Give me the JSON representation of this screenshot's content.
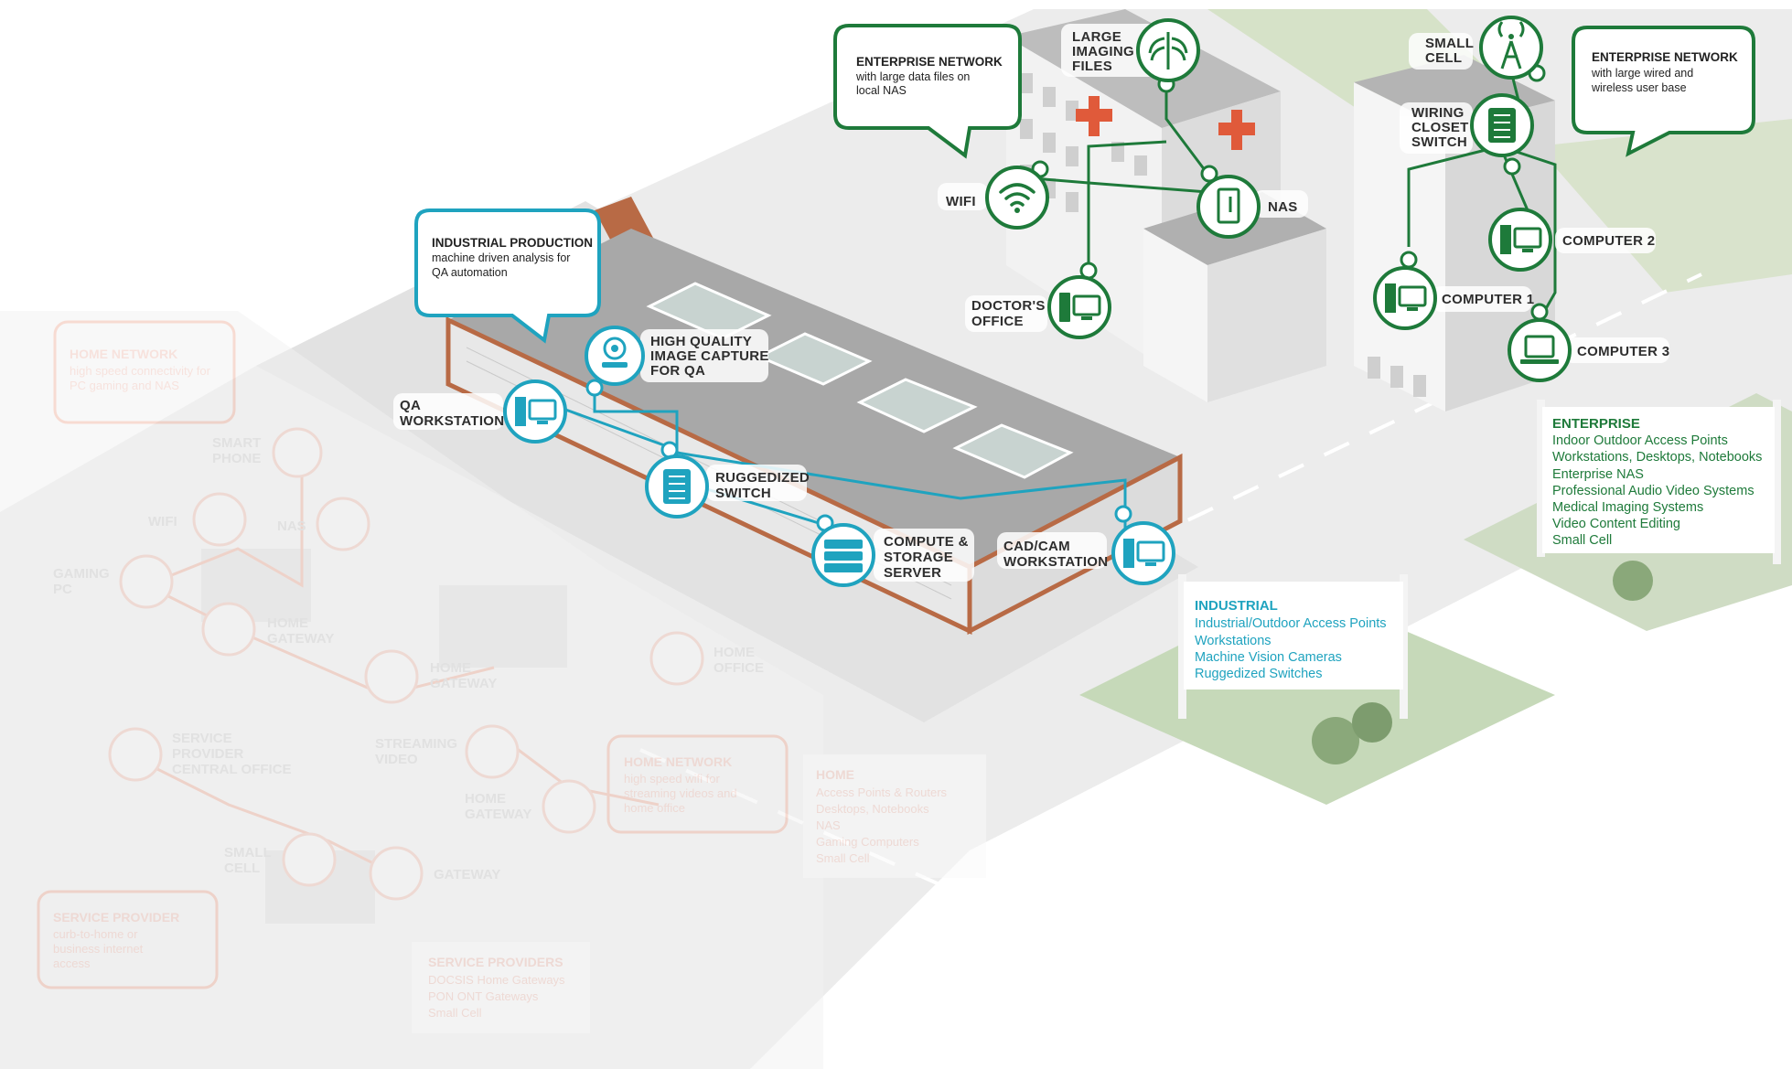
{
  "enterprise": {
    "callout_left": {
      "title": "ENTERPRISE NETWORK",
      "lines": [
        "with large data files on",
        "local NAS"
      ]
    },
    "callout_right": {
      "title": "ENTERPRISE NETWORK",
      "lines": [
        "with large wired and",
        "wireless user base"
      ]
    },
    "nodes": {
      "imaging": [
        "LARGE",
        "IMAGING",
        "FILES"
      ],
      "wifi": "WIFI",
      "nas": "NAS",
      "doctors": [
        "DOCTOR'S",
        "OFFICE"
      ],
      "small_cell": [
        "SMALL",
        "CELL"
      ],
      "wiring": [
        "WIRING",
        "CLOSET",
        "SWITCH"
      ],
      "computer1": "COMPUTER 1",
      "computer2": "COMPUTER 2",
      "computer3": "COMPUTER 3"
    },
    "panel": {
      "title": "ENTERPRISE",
      "items": [
        "Indoor Outdoor Access Points",
        "Workstations, Desktops, Notebooks",
        "Enterprise NAS",
        "Professional Audio Video Systems",
        "Medical Imaging Systems",
        "Video Content Editing",
        "Small Cell"
      ]
    },
    "color": "#1e7a3a"
  },
  "industrial": {
    "callout": {
      "title": "INDUSTRIAL PRODUCTION",
      "lines": [
        "machine driven analysis for",
        "QA automation"
      ]
    },
    "nodes": {
      "image_capture": [
        "HIGH QUALITY",
        "IMAGE CAPTURE",
        "FOR QA"
      ],
      "qa_workstation": [
        "QA",
        "WORKSTATION"
      ],
      "ruggedized": [
        "RUGGEDIZED",
        "SWITCH"
      ],
      "compute": [
        "COMPUTE &",
        "STORAGE",
        "SERVER"
      ],
      "cadcam": [
        "CAD/CAM",
        "WORKSTATION"
      ]
    },
    "panel": {
      "title": "INDUSTRIAL",
      "items": [
        "Industrial/Outdoor Access Points",
        "Workstations",
        "Machine Vision Cameras",
        "Ruggedized Switches"
      ]
    },
    "color": "#1fa3bf"
  },
  "home_faded": {
    "callouts": [
      {
        "title": "HOME NETWORK",
        "lines": [
          "high speed connectivity for",
          "PC gaming and NAS"
        ]
      },
      {
        "title": "HOME NETWORK",
        "lines": [
          "high speed wifi for",
          "streaming videos and",
          "home office"
        ]
      },
      {
        "title": "SERVICE PROVIDER",
        "lines": [
          "curb-to-home or",
          "business internet",
          "access"
        ]
      }
    ],
    "labels": {
      "smart_phone": [
        "SMART",
        "PHONE"
      ],
      "wifi": "WIFI",
      "nas": "NAS",
      "gaming_pc": [
        "GAMING",
        "PC"
      ],
      "home_gateway_1": [
        "HOME",
        "GATEWAY"
      ],
      "home_gateway_2": [
        "HOME",
        "GATEWAY"
      ],
      "home_office": [
        "HOME",
        "OFFICE"
      ],
      "central_office": [
        "SERVICE",
        "PROVIDER",
        "CENTRAL OFFICE"
      ],
      "streaming": [
        "STREAMING",
        "VIDEO"
      ],
      "home_gateway_3": [
        "HOME",
        "GATEWAY"
      ],
      "small_cell": [
        "SMALL",
        "CELL"
      ],
      "gateway": "GATEWAY"
    },
    "home_panel": {
      "title": "HOME",
      "items": [
        "Access Points & Routers",
        "Desktops, Notebooks",
        "NAS",
        "Gaming Computers",
        "Small Cell"
      ]
    },
    "sp_panel": {
      "title": "SERVICE PROVIDERS",
      "items": [
        "DOCSIS Home Gateways",
        "PON ONT Gateways",
        "Small Cell"
      ]
    },
    "color": "#e07050"
  }
}
